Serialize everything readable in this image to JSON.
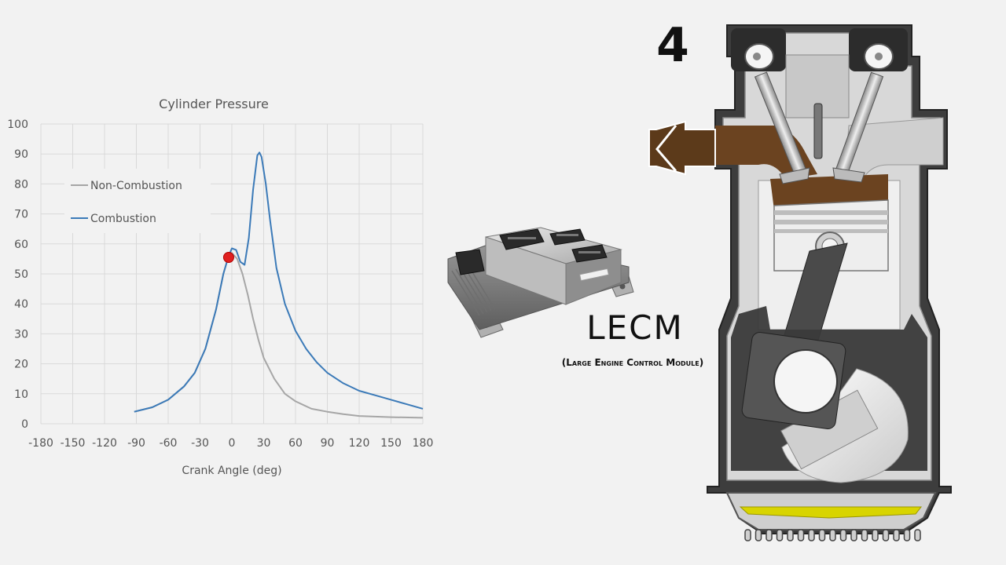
{
  "chart_data": {
    "type": "line",
    "title": "Cylinder Pressure",
    "xlabel": "Crank Angle (deg)",
    "ylabel": "",
    "xlim": [
      -180,
      180
    ],
    "ylim": [
      0,
      100
    ],
    "x_ticks": [
      -180,
      -150,
      -120,
      -90,
      -60,
      -30,
      0,
      30,
      60,
      90,
      120,
      150,
      180
    ],
    "y_ticks": [
      0,
      10,
      20,
      30,
      40,
      50,
      60,
      70,
      80,
      90,
      100
    ],
    "grid": true,
    "legend_position": "upper-left",
    "series": [
      {
        "name": "Non-Combustion",
        "color": "#a6a6a6",
        "x": [
          -92,
          -75,
          -60,
          -45,
          -35,
          -25,
          -15,
          -8,
          -3,
          0,
          5,
          10,
          15,
          20,
          25,
          30,
          40,
          50,
          60,
          75,
          90,
          105,
          120,
          150,
          180
        ],
        "y": [
          4,
          5.5,
          8,
          12.5,
          17,
          25,
          38,
          50,
          56,
          57,
          55,
          50,
          43,
          35,
          28,
          22,
          15,
          10,
          7.5,
          5,
          4,
          3.2,
          2.6,
          2.2,
          2
        ]
      },
      {
        "name": "Combustion",
        "color": "#3b7ab8",
        "x": [
          -92,
          -75,
          -60,
          -45,
          -35,
          -25,
          -15,
          -8,
          -3,
          0,
          4,
          8,
          12,
          16,
          20,
          24,
          26,
          28,
          32,
          36,
          42,
          50,
          60,
          70,
          80,
          90,
          105,
          120,
          135,
          150,
          165,
          180
        ],
        "y": [
          4,
          5.5,
          8,
          12.5,
          17,
          25,
          38,
          50,
          56,
          58.5,
          58,
          54,
          53,
          62,
          78,
          89.5,
          90.5,
          89,
          80,
          68,
          52,
          40,
          31,
          25,
          20.5,
          17,
          13.5,
          11,
          9.5,
          8,
          6.5,
          5
        ]
      }
    ],
    "marker": {
      "x": -3,
      "y": 55.5,
      "color": "#e02020"
    }
  },
  "labels": {
    "stroke_number": "4",
    "module_name": "LECM",
    "module_description": "(Large Engine Control Module)"
  },
  "colors": {
    "background": "#f2f2f2",
    "exhaust_arrow": "#5c3a1a",
    "exhaust_gas": "#6b4320",
    "oil_sump": "#d8d400",
    "engine_dark": "#3a3a3a",
    "engine_light": "#d9d9d9"
  },
  "icons": {
    "ecu": "engine-control-unit-illustration",
    "engine": "four-stroke-cylinder-cutaway"
  }
}
